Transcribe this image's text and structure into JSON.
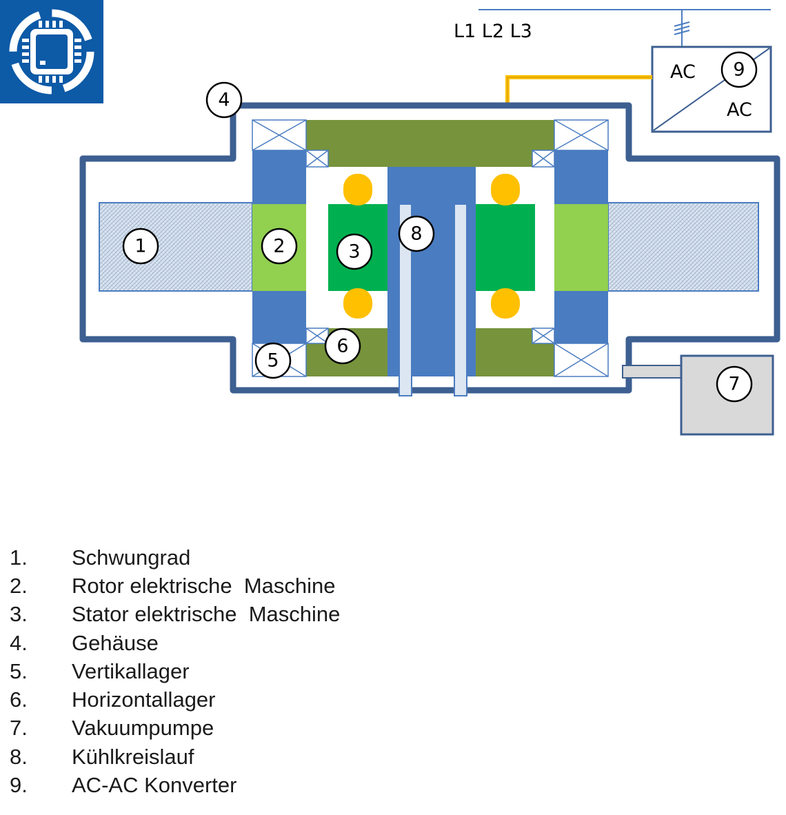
{
  "colors": {
    "housing": "#3d5f91",
    "rotor_blue": "#4a7cc1",
    "light_green": "#92d050",
    "stator_green": "#00b050",
    "olive": "#77933c",
    "coil_yellow": "#ffc000",
    "cooling_tube": "#dce6f2",
    "flywheel_fill": "#dbe5f1",
    "pump_gray": "#d9d9d9",
    "logo_bg": "#0d5aa7"
  },
  "icons": {
    "logo": "chip-logo-icon",
    "bearing": "cross-box-icon"
  },
  "diagram": {
    "phase_labels": "L1 L2 L3",
    "converter_input": "AC",
    "converter_output": "AC",
    "markers": [
      "1",
      "2",
      "3",
      "4",
      "5",
      "6",
      "7",
      "8",
      "9"
    ]
  },
  "legend": [
    {
      "num": "1.",
      "label": "Schwungrad"
    },
    {
      "num": "2.",
      "label": "Rotor elektrische  Maschine"
    },
    {
      "num": "3.",
      "label": "Stator elektrische  Maschine"
    },
    {
      "num": "4.",
      "label": "Gehäuse"
    },
    {
      "num": "5.",
      "label": "Vertikallager"
    },
    {
      "num": "6.",
      "label": "Horizontallager"
    },
    {
      "num": "7.",
      "label": "Vakuumpumpe"
    },
    {
      "num": "8.",
      "label": "Kühlkreislauf"
    },
    {
      "num": "9.",
      "label": "AC-AC Konverter"
    }
  ]
}
